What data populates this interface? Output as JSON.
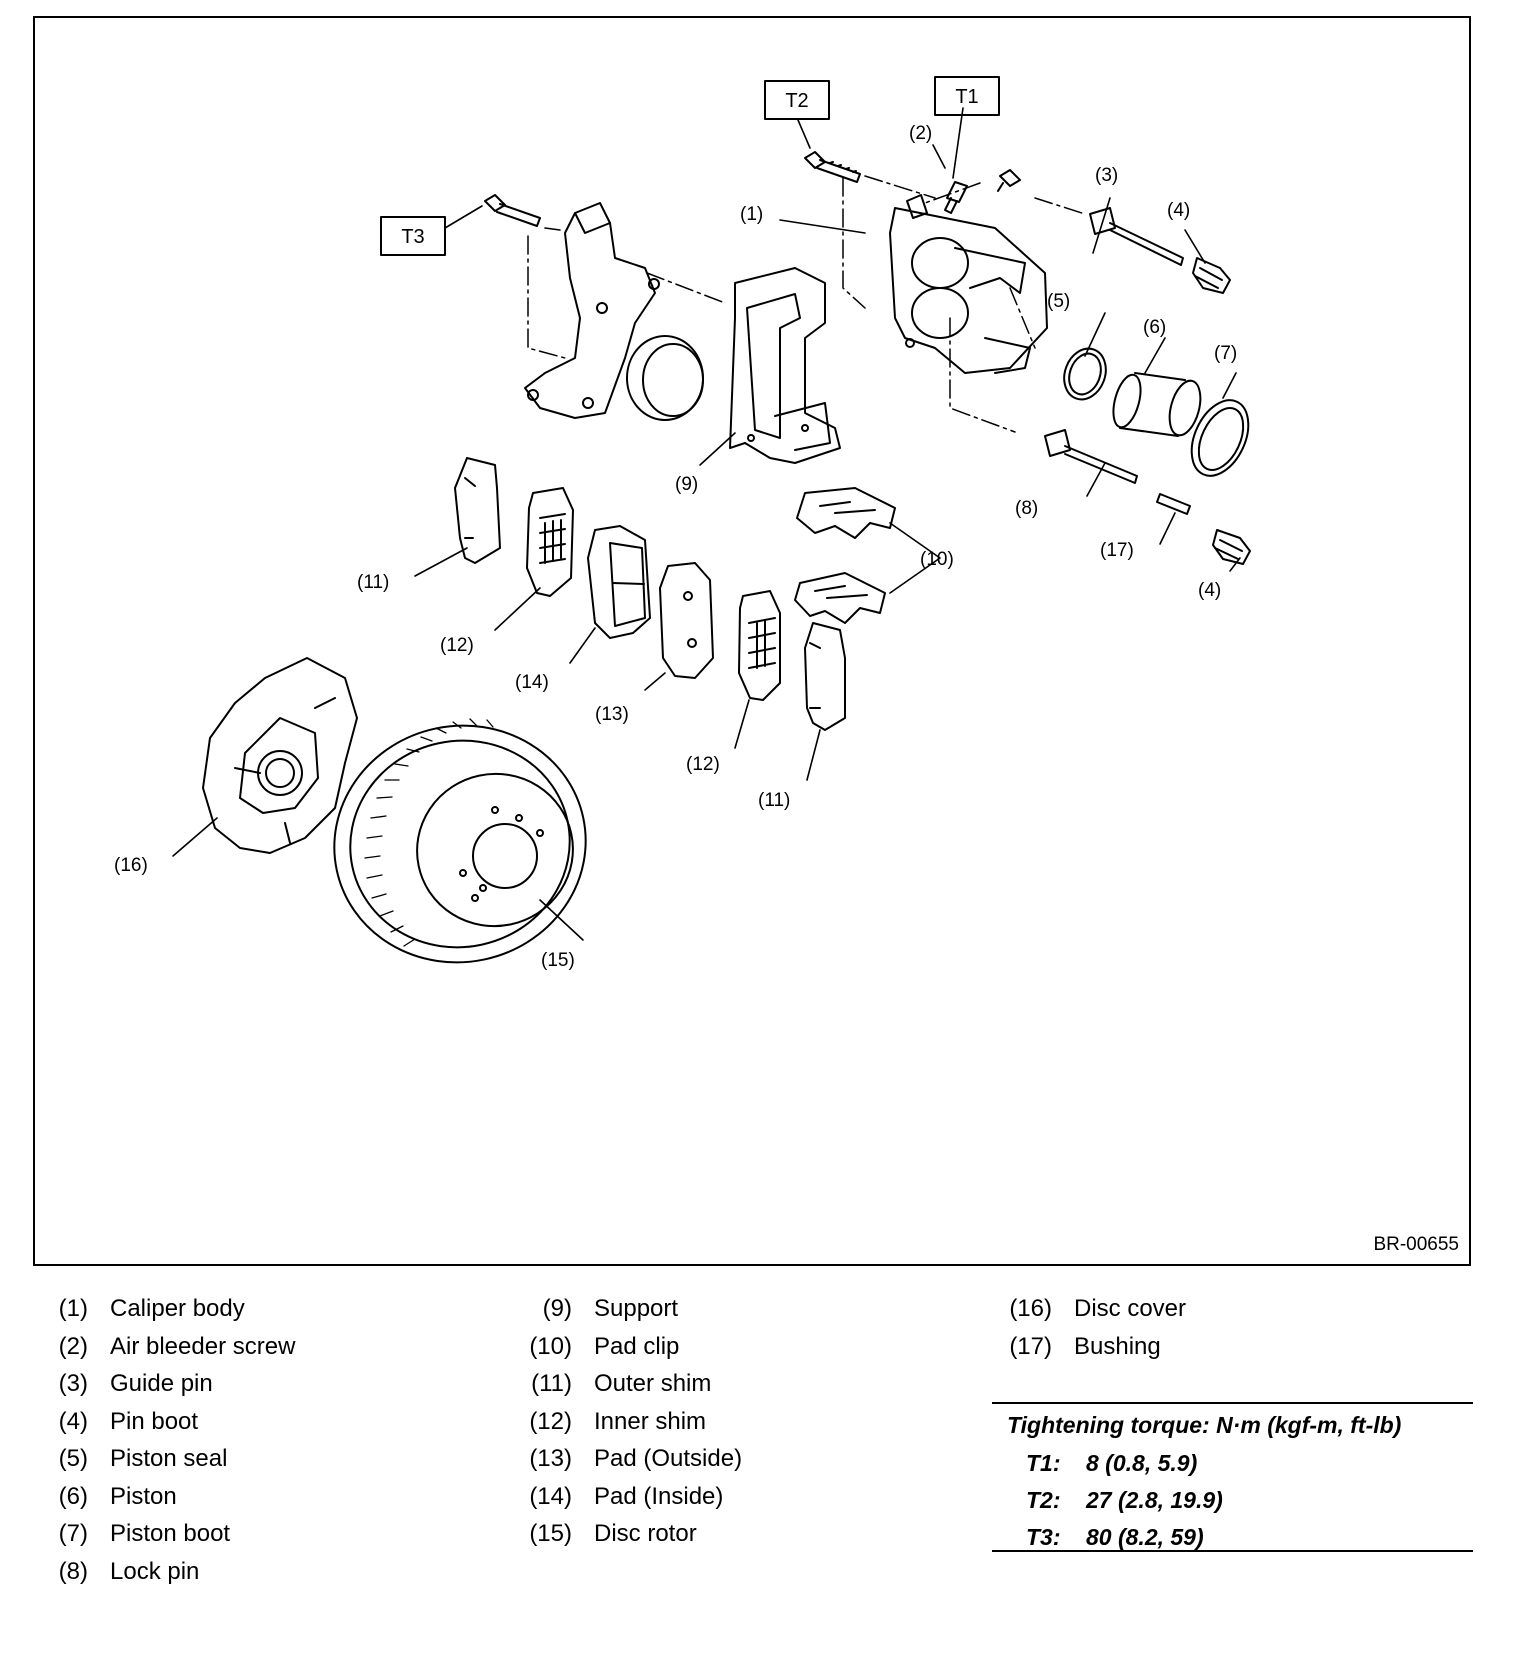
{
  "diagram": {
    "figure_id": "BR-00655",
    "callouts": {
      "c1": "(1)",
      "c2": "(2)",
      "c3": "(3)",
      "c4a": "(4)",
      "c4b": "(4)",
      "c5": "(5)",
      "c6": "(6)",
      "c7": "(7)",
      "c8": "(8)",
      "c9": "(9)",
      "c10": "(10)",
      "c11a": "(11)",
      "c11b": "(11)",
      "c12a": "(12)",
      "c12b": "(12)",
      "c13": "(13)",
      "c14": "(14)",
      "c15": "(15)",
      "c16": "(16)",
      "c17": "(17)"
    },
    "torque_tags": {
      "t1": "T1",
      "t2": "T2",
      "t3": "T3"
    }
  },
  "legend": {
    "col1": [
      {
        "num": "(1)",
        "label": "Caliper body"
      },
      {
        "num": "(2)",
        "label": "Air bleeder screw"
      },
      {
        "num": "(3)",
        "label": "Guide pin"
      },
      {
        "num": "(4)",
        "label": "Pin boot"
      },
      {
        "num": "(5)",
        "label": "Piston seal"
      },
      {
        "num": "(6)",
        "label": "Piston"
      },
      {
        "num": "(7)",
        "label": "Piston boot"
      },
      {
        "num": "(8)",
        "label": "Lock pin"
      }
    ],
    "col2": [
      {
        "num": "(9)",
        "label": "Support"
      },
      {
        "num": "(10)",
        "label": "Pad clip"
      },
      {
        "num": "(11)",
        "label": "Outer shim"
      },
      {
        "num": "(12)",
        "label": "Inner shim"
      },
      {
        "num": "(13)",
        "label": "Pad (Outside)"
      },
      {
        "num": "(14)",
        "label": "Pad (Inside)"
      },
      {
        "num": "(15)",
        "label": "Disc rotor"
      }
    ],
    "col3": [
      {
        "num": "(16)",
        "label": "Disc cover"
      },
      {
        "num": "(17)",
        "label": "Bushing"
      }
    ]
  },
  "torque": {
    "title": "Tightening torque: N·m (kgf-m, ft-lb)",
    "rows": [
      {
        "key": "T1:",
        "value": "8 (0.8, 5.9)"
      },
      {
        "key": "T2:",
        "value": "27 (2.8, 19.9)"
      },
      {
        "key": "T3:",
        "value": "80 (8.2, 59)"
      }
    ]
  }
}
